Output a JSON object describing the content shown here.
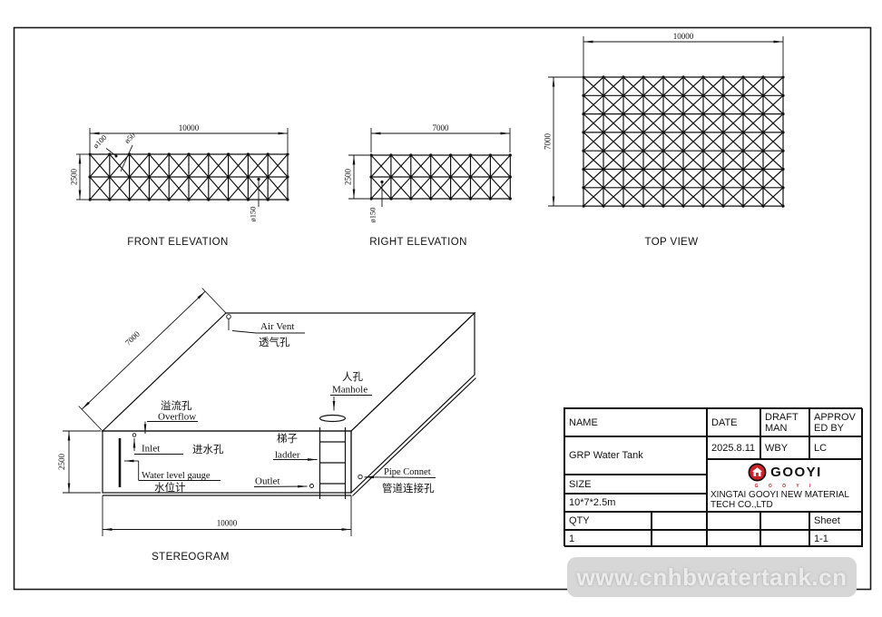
{
  "page": {
    "watermark": "www.cnhbwatertank.cn"
  },
  "views": {
    "front": {
      "title": "FRONT ELEVATION",
      "grid": {
        "cols": 10,
        "rows": 2
      },
      "dims": {
        "width": "10000",
        "height": "2500",
        "d1": "ø100",
        "d2": "ø50",
        "d3": "ø150"
      }
    },
    "right": {
      "title": "RIGHT ELEVATION",
      "grid": {
        "cols": 7,
        "rows": 2
      },
      "dims": {
        "width": "7000",
        "height": "2500",
        "d1": "ø150"
      }
    },
    "top": {
      "title": "TOP VIEW",
      "grid": {
        "cols": 10,
        "rows": 7
      },
      "dims": {
        "width": "10000",
        "height": "7000"
      }
    },
    "stereo": {
      "title": "STEREOGRAM",
      "dims": {
        "length": "10000",
        "depth": "7000",
        "height": "2500"
      },
      "labels": {
        "air_vent_en": "Air Vent",
        "air_vent_cn": "透气孔",
        "manhole_cn": "人孔",
        "manhole_en": "Manhole",
        "overflow_cn": "溢流孔",
        "overflow_en": "Overflow",
        "inlet_en": "Inlet",
        "inlet_cn": "进水孔",
        "ladder_cn": "梯子",
        "ladder_en": "ladder",
        "water_gauge_en": "Water level gauge",
        "water_gauge_cn": "水位计",
        "outlet_en": "Outlet",
        "pipe_en": "Pipe Connet",
        "pipe_cn": "管道连接孔"
      }
    }
  },
  "title_block": {
    "name_label": "NAME",
    "date_label": "DATE",
    "draftman_label": "DRAFT MAN",
    "approved_label": "APPROVED BY",
    "name_value": "GRP Water Tank",
    "date_value": "2025.8.11",
    "draftman_value": "WBY",
    "approved_value": "LC",
    "size_label": "SIZE",
    "size_value": "10*7*2.5m",
    "qty_label": "QTY",
    "qty_value": "1",
    "sheet_label": "Sheet",
    "sheet_value": "1-1",
    "logo_text": "GOOYI",
    "logo_sub": "G O O Y I",
    "company_line1": "XINGTAI GOOYI NEW MATERIAL",
    "company_line2": "TECH CO.,LTD",
    "logo_red": "#d21f26"
  }
}
